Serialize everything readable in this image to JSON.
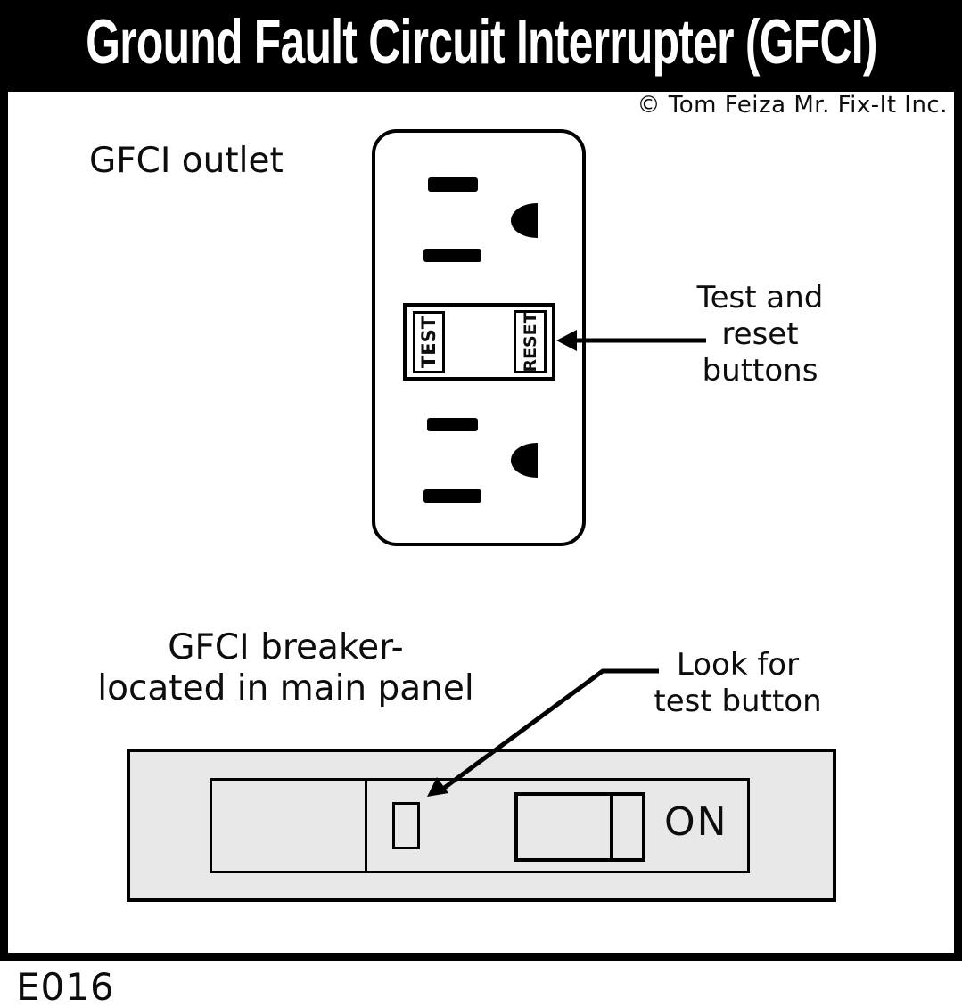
{
  "title": "Ground Fault Circuit Interrupter (GFCI)",
  "copyright": "© Tom Feiza Mr. Fix-It Inc.",
  "diagram_code": "E016",
  "colors": {
    "ink": "#000000",
    "paper": "#ffffff",
    "breaker_panel_fill": "#e8e8e8",
    "title_bar": "#000000",
    "title_text": "#ffffff"
  },
  "outlet_section": {
    "label": "GFCI outlet",
    "test_button_label": "TEST",
    "reset_button_label": "RESET",
    "callout_line1": "Test and",
    "callout_line2": "reset",
    "callout_line3": "buttons"
  },
  "breaker_section": {
    "label_line1": "GFCI breaker-",
    "label_line2": "located in main panel",
    "callout_line1": "Look for",
    "callout_line2": "test button",
    "switch_state_label": "ON"
  }
}
